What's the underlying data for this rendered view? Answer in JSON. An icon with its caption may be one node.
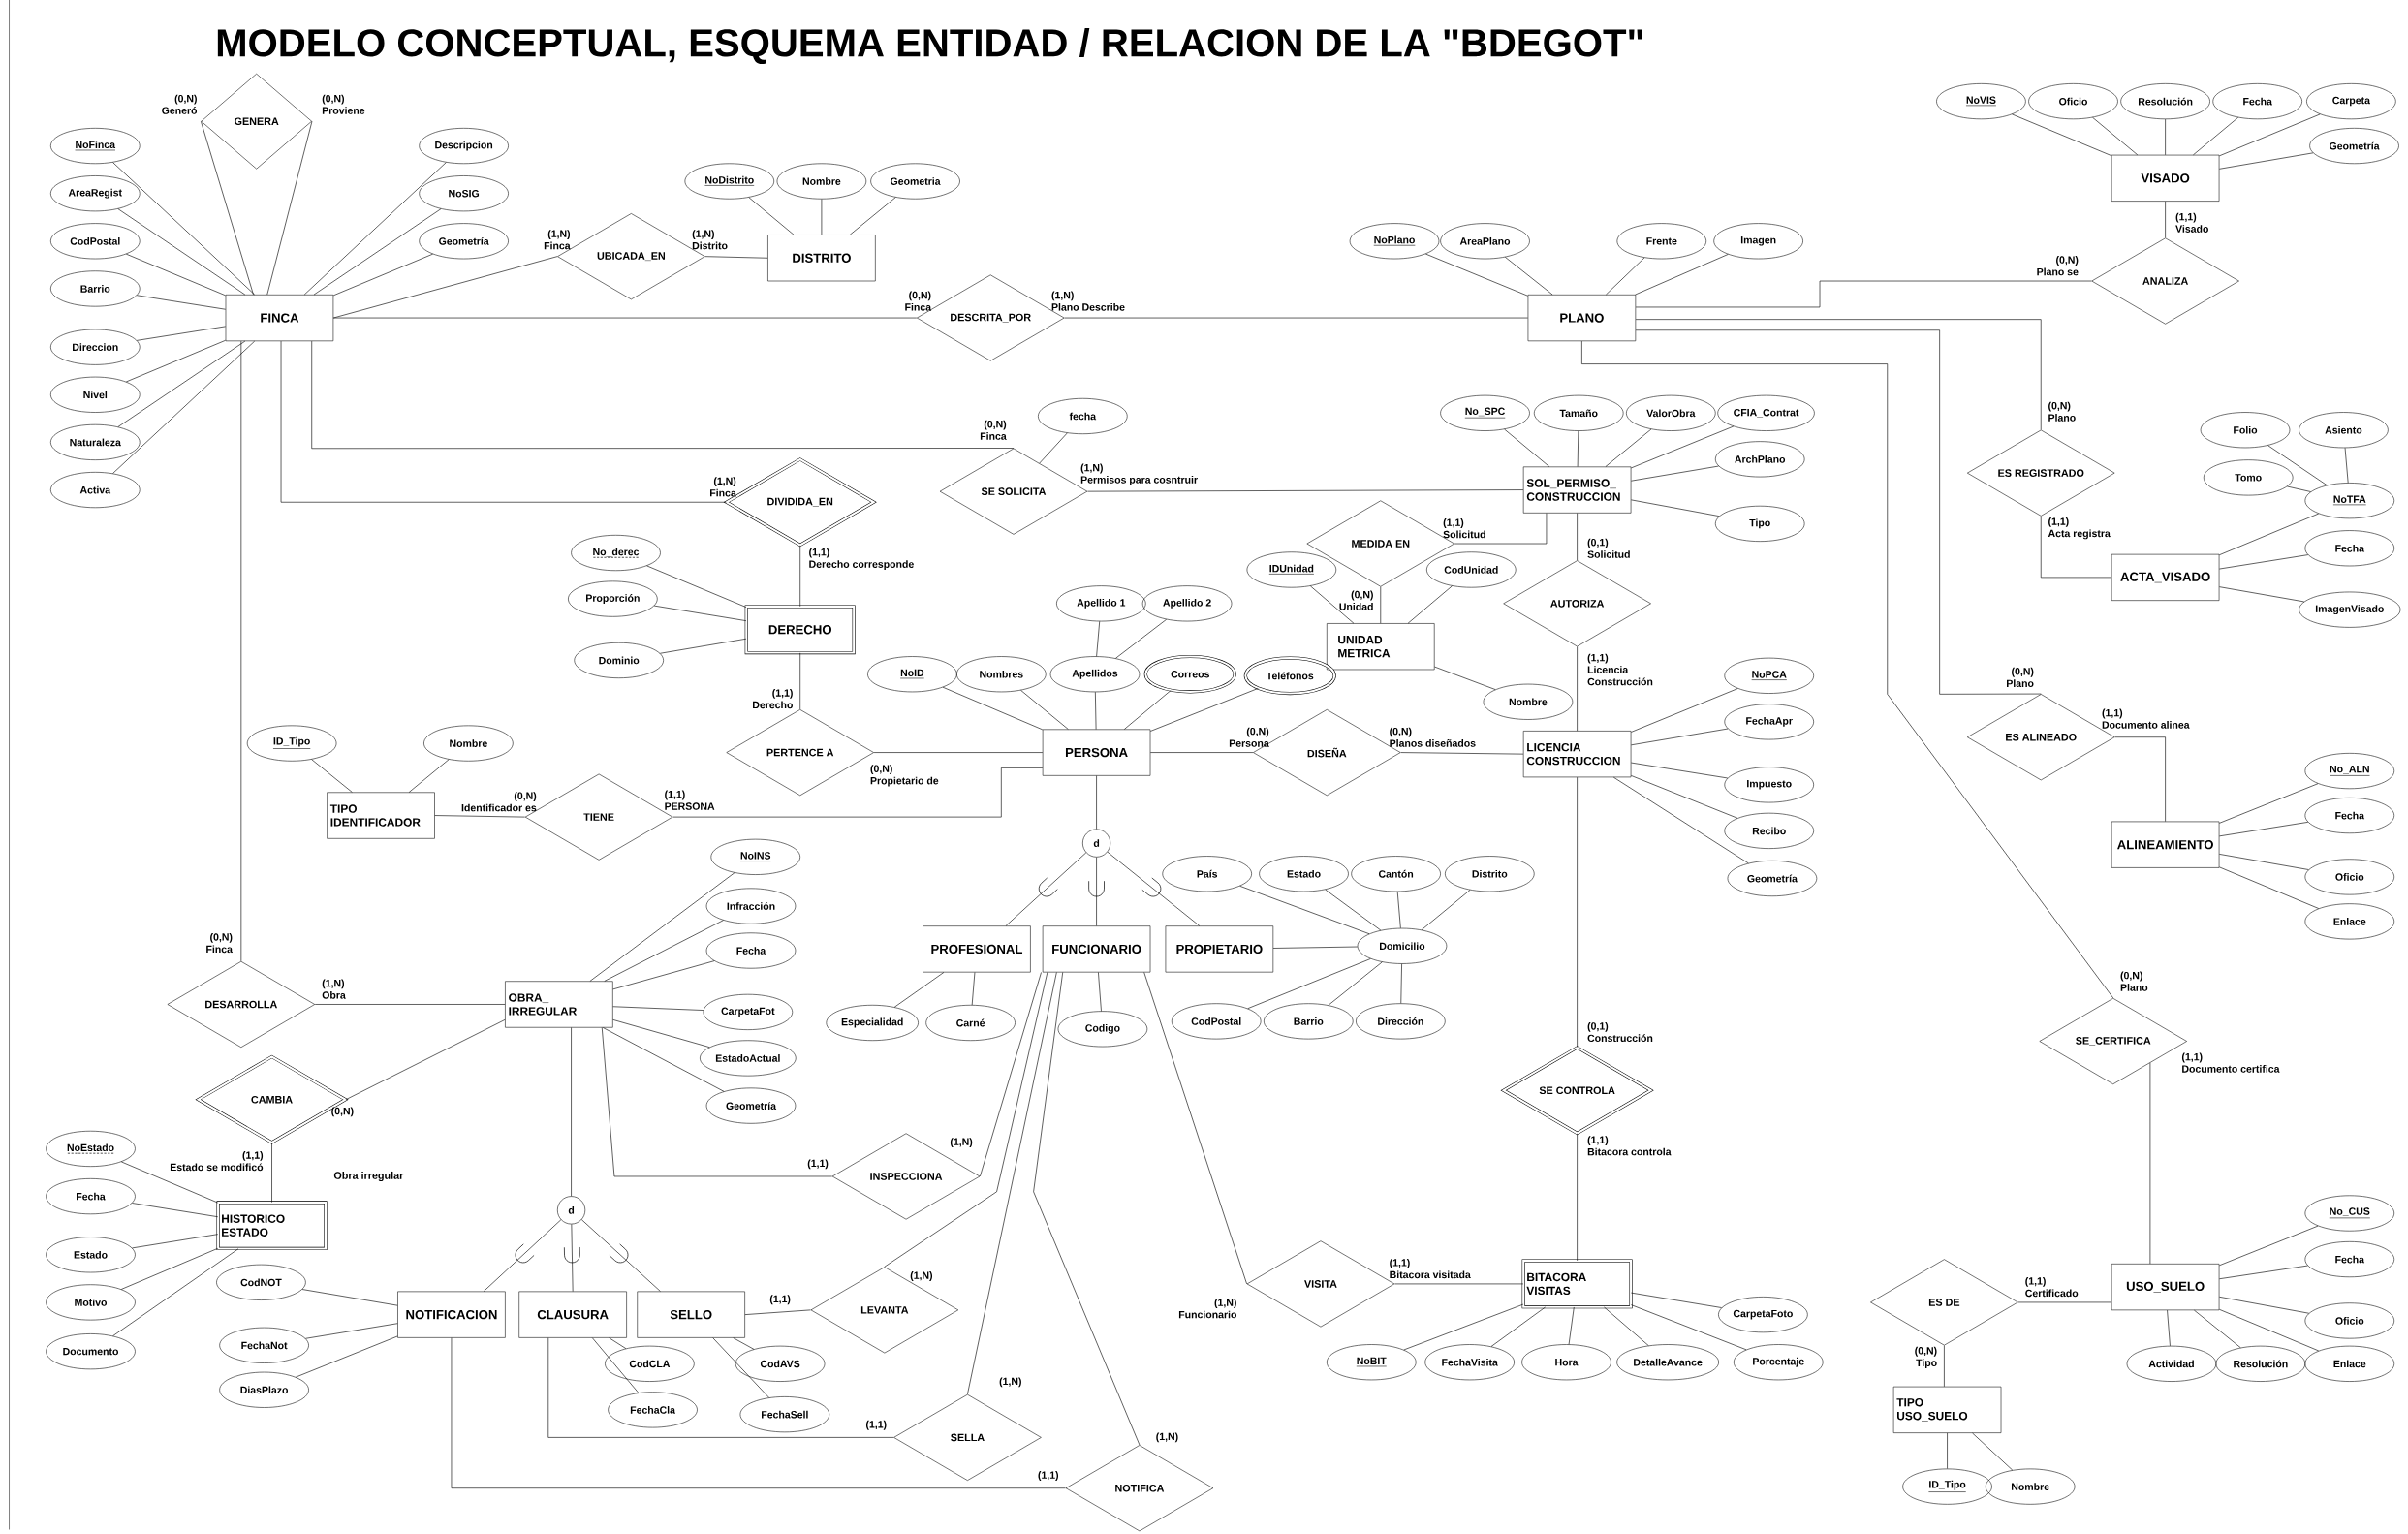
{
  "diagram": {
    "title": "MODELO CONCEPTUAL, ESQUEMA ENTIDAD / RELACION DE LA \"BDEGOT\"",
    "nodes": [
      {
        "text": [
          "FINCA"
        ]
      },
      {
        "text": [
          "GENERA"
        ]
      },
      {
        "text": [
          "NoFinca"
        ]
      },
      {
        "text": [
          "AreaRegist"
        ]
      },
      {
        "text": [
          "CodPostal"
        ]
      },
      {
        "text": [
          "Barrio"
        ]
      },
      {
        "text": [
          "Direccion"
        ]
      },
      {
        "text": [
          "Nivel"
        ]
      },
      {
        "text": [
          "Naturaleza"
        ]
      },
      {
        "text": [
          "Activa"
        ]
      },
      {
        "text": [
          "Descripcion"
        ]
      },
      {
        "text": [
          "NoSIG"
        ]
      },
      {
        "text": [
          "Geometría"
        ]
      },
      {
        "text": [
          "UBICADA_EN"
        ]
      },
      {
        "text": [
          "DISTRITO"
        ]
      },
      {
        "text": [
          "NoDistrito"
        ]
      },
      {
        "text": [
          "Nombre"
        ]
      },
      {
        "text": [
          "Geometria"
        ]
      },
      {
        "text": [
          "DESCRITA_POR"
        ]
      },
      {
        "text": [
          "PLANO"
        ]
      },
      {
        "text": [
          "NoPlano"
        ]
      },
      {
        "text": [
          "AreaPlano"
        ]
      },
      {
        "text": [
          "Frente"
        ]
      },
      {
        "text": [
          "Imagen"
        ]
      },
      {
        "text": [
          "VISADO"
        ]
      },
      {
        "text": [
          "NoVIS"
        ]
      },
      {
        "text": [
          "Oficio"
        ]
      },
      {
        "text": [
          "Resolución"
        ]
      },
      {
        "text": [
          "Fecha"
        ]
      },
      {
        "text": [
          "Carpeta"
        ]
      },
      {
        "text": [
          "Geometría"
        ]
      },
      {
        "text": [
          "ANALIZA"
        ]
      },
      {
        "text": [
          "SE SOLICITA"
        ]
      },
      {
        "text": [
          "fecha"
        ]
      },
      {
        "text": [
          "DIVIDIDA_EN"
        ]
      },
      {
        "text": [
          "SOL_PERMISO_ CONSTRUCCION"
        ]
      },
      {
        "text": [
          "No_SPC"
        ]
      },
      {
        "text": [
          "Tamaño"
        ]
      },
      {
        "text": [
          "ValorObra"
        ]
      },
      {
        "text": [
          "CFIA_Contrat"
        ]
      },
      {
        "text": [
          "ArchPlano"
        ]
      },
      {
        "text": [
          "Tipo"
        ]
      },
      {
        "text": [
          "MEDIDA EN"
        ]
      },
      {
        "text": [
          "AUTORIZA"
        ]
      },
      {
        "text": [
          "ES REGISTRADO"
        ]
      },
      {
        "text": [
          "ACTA_VISADO"
        ]
      },
      {
        "text": [
          "Folio"
        ]
      },
      {
        "text": [
          "Asiento"
        ]
      },
      {
        "text": [
          "Tomo"
        ]
      },
      {
        "text": [
          "NoTFA"
        ]
      },
      {
        "text": [
          "Fecha"
        ]
      },
      {
        "text": [
          "ImagenVisado"
        ]
      },
      {
        "text": [
          "No_derec"
        ]
      },
      {
        "text": [
          "Proporción"
        ]
      },
      {
        "text": [
          "Dominio"
        ]
      },
      {
        "text": [
          "DERECHO"
        ]
      },
      {
        "text": [
          "IDUnidad"
        ]
      },
      {
        "text": [
          "CodUnidad"
        ]
      },
      {
        "text": [
          "UNIDAD METRICA"
        ]
      },
      {
        "text": [
          "Nombre"
        ]
      },
      {
        "text": [
          "Apellido 1"
        ]
      },
      {
        "text": [
          "Apellido 2"
        ]
      },
      {
        "text": [
          "NoID"
        ]
      },
      {
        "text": [
          "Nombres"
        ]
      },
      {
        "text": [
          "Apellidos"
        ]
      },
      {
        "text": [
          "Correos"
        ]
      },
      {
        "text": [
          "Teléfonos"
        ]
      },
      {
        "text": [
          "PERSONA"
        ]
      },
      {
        "text": [
          "PERTENCE A"
        ]
      },
      {
        "text": [
          "DISEÑA"
        ]
      },
      {
        "text": [
          "LICENCIA CONSTRUCCION"
        ]
      },
      {
        "text": [
          "NoPCA"
        ]
      },
      {
        "text": [
          "FechaApr"
        ]
      },
      {
        "text": [
          "Impuesto"
        ]
      },
      {
        "text": [
          "Recibo"
        ]
      },
      {
        "text": [
          "Geometría"
        ]
      },
      {
        "text": [
          "ES ALINEADO"
        ]
      },
      {
        "text": [
          "ALINEAMIENTO"
        ]
      },
      {
        "text": [
          "No_ALN"
        ]
      },
      {
        "text": [
          "Fecha"
        ]
      },
      {
        "text": [
          "Oficio"
        ]
      },
      {
        "text": [
          "Enlace"
        ]
      },
      {
        "text": [
          "ID_Tipo"
        ]
      },
      {
        "text": [
          "Nombre"
        ]
      },
      {
        "text": [
          "TIPO IDENTIFICADOR"
        ]
      },
      {
        "text": [
          "TIENE"
        ]
      },
      {
        "text": [
          "d"
        ]
      },
      {
        "text": [
          "PROFESIONAL"
        ]
      },
      {
        "text": [
          "FUNCIONARIO"
        ]
      },
      {
        "text": [
          "PROPIETARIO"
        ]
      },
      {
        "text": [
          "Especialidad"
        ]
      },
      {
        "text": [
          "Carné"
        ]
      },
      {
        "text": [
          "Codigo"
        ]
      },
      {
        "text": [
          "País"
        ]
      },
      {
        "text": [
          "Estado"
        ]
      },
      {
        "text": [
          "Cantón"
        ]
      },
      {
        "text": [
          "Distrito"
        ]
      },
      {
        "text": [
          "Domicilio"
        ]
      },
      {
        "text": [
          "CodPostal"
        ]
      },
      {
        "text": [
          "Barrio"
        ]
      },
      {
        "text": [
          "Dirección"
        ]
      },
      {
        "text": [
          "NoINS"
        ]
      },
      {
        "text": [
          "Infracción"
        ]
      },
      {
        "text": [
          "Fecha"
        ]
      },
      {
        "text": [
          "CarpetaFot"
        ]
      },
      {
        "text": [
          "EstadoActual"
        ]
      },
      {
        "text": [
          "Geometría"
        ]
      },
      {
        "text": [
          "OBRA_ IRREGULAR"
        ]
      },
      {
        "text": [
          "DESARROLLA"
        ]
      },
      {
        "text": [
          "CAMBIA"
        ]
      },
      {
        "text": [
          "HISTORICO ESTADO"
        ]
      },
      {
        "text": [
          "NoEstado"
        ]
      },
      {
        "text": [
          "Fecha"
        ]
      },
      {
        "text": [
          "Estado"
        ]
      },
      {
        "text": [
          "Motivo"
        ]
      },
      {
        "text": [
          "Documento"
        ]
      },
      {
        "text": [
          "d"
        ]
      },
      {
        "text": [
          "NOTIFICACION"
        ]
      },
      {
        "text": [
          "CLAUSURA"
        ]
      },
      {
        "text": [
          "SELLO"
        ]
      },
      {
        "text": [
          "CodNOT"
        ]
      },
      {
        "text": [
          "FechaNot"
        ]
      },
      {
        "text": [
          "DiasPlazo"
        ]
      },
      {
        "text": [
          "CodCLA"
        ]
      },
      {
        "text": [
          "FechaCla"
        ]
      },
      {
        "text": [
          "CodAVS"
        ]
      },
      {
        "text": [
          "FechaSell"
        ]
      },
      {
        "text": [
          "INSPECCIONA"
        ]
      },
      {
        "text": [
          "LEVANTA"
        ]
      },
      {
        "text": [
          "SELLA"
        ]
      },
      {
        "text": [
          "NOTIFICA"
        ]
      },
      {
        "text": [
          "VISITA"
        ]
      },
      {
        "text": [
          "BITACORA VISITAS"
        ]
      },
      {
        "text": [
          "NoBIT"
        ]
      },
      {
        "text": [
          "FechaVisita"
        ]
      },
      {
        "text": [
          "Hora"
        ]
      },
      {
        "text": [
          "DetalleAvance"
        ]
      },
      {
        "text": [
          "Porcentaje"
        ]
      },
      {
        "text": [
          "CarpetaFoto"
        ]
      },
      {
        "text": [
          "SE CONTROLA"
        ]
      },
      {
        "text": [
          "SE_CERTIFICA"
        ]
      },
      {
        "text": [
          "USO_SUELO"
        ]
      },
      {
        "text": [
          "No_CUS"
        ]
      },
      {
        "text": [
          "Fecha"
        ]
      },
      {
        "text": [
          "Oficio"
        ]
      },
      {
        "text": [
          "Enlace"
        ]
      },
      {
        "text": [
          "Actividad"
        ]
      },
      {
        "text": [
          "Resolución"
        ]
      },
      {
        "text": [
          "ES DE"
        ]
      },
      {
        "text": [
          "TIPO USO_SUELO"
        ]
      },
      {
        "text": [
          "ID_Tipo"
        ]
      },
      {
        "text": [
          "Nombre"
        ]
      }
    ],
    "edges": [
      {
        "from": 1,
        "to": 0,
        "arrow": "none",
        "label": "(0,N) Generó"
      },
      {
        "from": 1,
        "to": 0,
        "arrow": "none",
        "label": "(0,N) Proviene"
      },
      {
        "from": 0,
        "to": 13,
        "arrow": "none",
        "label": "(1,N) Finca"
      },
      {
        "from": 13,
        "to": 14,
        "arrow": "none",
        "label": "(1,N) Distrito"
      },
      {
        "from": 0,
        "to": 18,
        "arrow": "none",
        "label": "(0,N) Finca"
      },
      {
        "from": 18,
        "to": 19,
        "arrow": "none",
        "label": "(1,N) Plano Describe"
      },
      {
        "from": 19,
        "to": 31,
        "arrow": "none",
        "label": "(0,N) Plano se"
      },
      {
        "from": 31,
        "to": 24,
        "arrow": "none",
        "label": "(1,1) Visado"
      },
      {
        "from": 0,
        "to": 32,
        "arrow": "none",
        "label": "(0,N) Finca"
      },
      {
        "from": 32,
        "to": 35,
        "arrow": "none",
        "label": "(1,N) Permisos para cosntruir"
      },
      {
        "from": 0,
        "to": 34,
        "arrow": "none",
        "label": "(1,N) Finca"
      },
      {
        "from": 34,
        "to": 55,
        "arrow": "none",
        "label": "(1,1) Derecho corresponde"
      },
      {
        "from": 35,
        "to": 42,
        "arrow": "none",
        "label": "(1,1) Solicitud"
      },
      {
        "from": 42,
        "to": 58,
        "arrow": "none",
        "label": "(0,N) Unidad"
      },
      {
        "from": 35,
        "to": 43,
        "arrow": "none",
        "label": "(0,1) Solicitud"
      },
      {
        "from": 43,
        "to": 70,
        "arrow": "none",
        "label": "(1,1) Licencia Construcción"
      },
      {
        "from": 19,
        "to": 44,
        "arrow": "none",
        "label": "(0,N) Plano"
      },
      {
        "from": 44,
        "to": 45,
        "arrow": "none",
        "label": "(1,1) Acta registra"
      },
      {
        "from": 55,
        "to": 68,
        "arrow": "none",
        "label": "(1,1) Derecho"
      },
      {
        "from": 68,
        "to": 67,
        "arrow": "none",
        "label": "(0,N) Propietario de"
      },
      {
        "from": 67,
        "to": 69,
        "arrow": "none",
        "label": "(0,N) Persona"
      },
      {
        "from": 69,
        "to": 70,
        "arrow": "none",
        "label": "(0,N) Planos diseñados"
      },
      {
        "from": 19,
        "to": 76,
        "arrow": "none",
        "label": "(0,N) Plano"
      },
      {
        "from": 76,
        "to": 77,
        "arrow": "none",
        "label": "(1,1) Documento alinea"
      },
      {
        "from": 19,
        "to": 140,
        "arrow": "none",
        "label": "(0,N) Plano"
      },
      {
        "from": 140,
        "to": 141,
        "arrow": "none",
        "label": "(1,1) Documento certifica"
      },
      {
        "from": 70,
        "to": 139,
        "arrow": "none",
        "label": "(0,1) Construcción"
      },
      {
        "from": 139,
        "to": 132,
        "arrow": "none",
        "label": "(1,1) Bitacora controla"
      },
      {
        "from": 88,
        "to": 131,
        "arrow": "none",
        "label": "(1,N) Funcionario"
      },
      {
        "from": 131,
        "to": 132,
        "arrow": "none",
        "label": "(1,1) Bitacora visitada"
      },
      {
        "from": 84,
        "to": 85,
        "arrow": "none",
        "label": "(0,N) Identificador es"
      },
      {
        "from": 85,
        "to": 67,
        "arrow": "none",
        "label": "(1,1) PERSONA"
      },
      {
        "from": 0,
        "to": 108,
        "arrow": "none",
        "label": "(0,N) Finca"
      },
      {
        "from": 108,
        "to": 107,
        "arrow": "none",
        "label": "(1,N) Obra"
      },
      {
        "from": 107,
        "to": 109,
        "arrow": "none",
        "label": "(0,N)"
      },
      {
        "from": 109,
        "to": 110,
        "arrow": "none",
        "label": "(1,1) Estado se modificó"
      },
      {
        "from": 107,
        "to": 116,
        "arrow": "none"
      },
      {
        "from": 116,
        "to": 117,
        "arrow": "none"
      },
      {
        "from": 116,
        "to": 118,
        "arrow": "none"
      },
      {
        "from": 116,
        "to": 119,
        "arrow": "none"
      },
      {
        "from": 67,
        "to": 86,
        "arrow": "none"
      },
      {
        "from": 86,
        "to": 87,
        "arrow": "none"
      },
      {
        "from": 86,
        "to": 88,
        "arrow": "none"
      },
      {
        "from": 86,
        "to": 89,
        "arrow": "none"
      },
      {
        "from": 107,
        "to": 127,
        "arrow": "none",
        "label": "(1,1)"
      },
      {
        "from": 127,
        "to": 88,
        "arrow": "none",
        "label": "(1,N)"
      },
      {
        "from": 119,
        "to": 128,
        "arrow": "none",
        "label": "(1,1)"
      },
      {
        "from": 128,
        "to": 88,
        "arrow": "none",
        "label": "(1,N)"
      },
      {
        "from": 118,
        "to": 129,
        "arrow": "none",
        "label": "(1,1)"
      },
      {
        "from": 129,
        "to": 88,
        "arrow": "none",
        "label": "(1,N)"
      },
      {
        "from": 117,
        "to": 130,
        "arrow": "none",
        "label": "(1,1)"
      },
      {
        "from": 130,
        "to": 88,
        "arrow": "none",
        "label": "(1,N)"
      },
      {
        "from": 148,
        "to": 141,
        "arrow": "none",
        "label": "(1,1) Certificado"
      },
      {
        "from": 148,
        "to": 149,
        "arrow": "none",
        "label": "(0,N) Tipo"
      },
      {
        "from": 2,
        "to": 0,
        "arrow": "none"
      },
      {
        "from": 3,
        "to": 0,
        "arrow": "none"
      },
      {
        "from": 4,
        "to": 0,
        "arrow": "none"
      },
      {
        "from": 5,
        "to": 0,
        "arrow": "none"
      },
      {
        "from": 6,
        "to": 0,
        "arrow": "none"
      },
      {
        "from": 7,
        "to": 0,
        "arrow": "none"
      },
      {
        "from": 8,
        "to": 0,
        "arrow": "none"
      },
      {
        "from": 9,
        "to": 0,
        "arrow": "none"
      },
      {
        "from": 10,
        "to": 0,
        "arrow": "none"
      },
      {
        "from": 11,
        "to": 0,
        "arrow": "none"
      },
      {
        "from": 12,
        "to": 0,
        "arrow": "none"
      },
      {
        "from": 15,
        "to": 14,
        "arrow": "none"
      },
      {
        "from": 16,
        "to": 14,
        "arrow": "none"
      },
      {
        "from": 17,
        "to": 14,
        "arrow": "none"
      },
      {
        "from": 20,
        "to": 19,
        "arrow": "none"
      },
      {
        "from": 21,
        "to": 19,
        "arrow": "none"
      },
      {
        "from": 22,
        "to": 19,
        "arrow": "none"
      },
      {
        "from": 23,
        "to": 19,
        "arrow": "none"
      },
      {
        "from": 25,
        "to": 24,
        "arrow": "none"
      },
      {
        "from": 26,
        "to": 24,
        "arrow": "none"
      },
      {
        "from": 27,
        "to": 24,
        "arrow": "none"
      },
      {
        "from": 28,
        "to": 24,
        "arrow": "none"
      },
      {
        "from": 29,
        "to": 24,
        "arrow": "none"
      },
      {
        "from": 30,
        "to": 24,
        "arrow": "none"
      },
      {
        "from": 33,
        "to": 32,
        "arrow": "none"
      },
      {
        "from": 36,
        "to": 35,
        "arrow": "none"
      },
      {
        "from": 37,
        "to": 35,
        "arrow": "none"
      },
      {
        "from": 38,
        "to": 35,
        "arrow": "none"
      },
      {
        "from": 39,
        "to": 35,
        "arrow": "none"
      },
      {
        "from": 40,
        "to": 35,
        "arrow": "none"
      },
      {
        "from": 41,
        "to": 35,
        "arrow": "none"
      },
      {
        "from": 46,
        "to": 49,
        "arrow": "none"
      },
      {
        "from": 47,
        "to": 49,
        "arrow": "none"
      },
      {
        "from": 48,
        "to": 49,
        "arrow": "none"
      },
      {
        "from": 49,
        "to": 45,
        "arrow": "none"
      },
      {
        "from": 50,
        "to": 45,
        "arrow": "none"
      },
      {
        "from": 51,
        "to": 45,
        "arrow": "none"
      },
      {
        "from": 52,
        "to": 55,
        "arrow": "none"
      },
      {
        "from": 53,
        "to": 55,
        "arrow": "none"
      },
      {
        "from": 54,
        "to": 55,
        "arrow": "none"
      },
      {
        "from": 56,
        "to": 58,
        "arrow": "none"
      },
      {
        "from": 57,
        "to": 58,
        "arrow": "none"
      },
      {
        "from": 59,
        "to": 58,
        "arrow": "none"
      },
      {
        "from": 60,
        "to": 64,
        "arrow": "none"
      },
      {
        "from": 61,
        "to": 64,
        "arrow": "none"
      },
      {
        "from": 62,
        "to": 67,
        "arrow": "none"
      },
      {
        "from": 63,
        "to": 67,
        "arrow": "none"
      },
      {
        "from": 64,
        "to": 67,
        "arrow": "none"
      },
      {
        "from": 65,
        "to": 67,
        "arrow": "none"
      },
      {
        "from": 66,
        "to": 67,
        "arrow": "none"
      },
      {
        "from": 71,
        "to": 70,
        "arrow": "none"
      },
      {
        "from": 72,
        "to": 70,
        "arrow": "none"
      },
      {
        "from": 73,
        "to": 70,
        "arrow": "none"
      },
      {
        "from": 74,
        "to": 70,
        "arrow": "none"
      },
      {
        "from": 75,
        "to": 70,
        "arrow": "none"
      },
      {
        "from": 78,
        "to": 77,
        "arrow": "none"
      },
      {
        "from": 79,
        "to": 77,
        "arrow": "none"
      },
      {
        "from": 80,
        "to": 77,
        "arrow": "none"
      },
      {
        "from": 81,
        "to": 77,
        "arrow": "none"
      },
      {
        "from": 82,
        "to": 84,
        "arrow": "none"
      },
      {
        "from": 83,
        "to": 84,
        "arrow": "none"
      },
      {
        "from": 90,
        "to": 87,
        "arrow": "none"
      },
      {
        "from": 91,
        "to": 87,
        "arrow": "none"
      },
      {
        "from": 92,
        "to": 88,
        "arrow": "none"
      },
      {
        "from": 93,
        "to": 97,
        "arrow": "none"
      },
      {
        "from": 94,
        "to": 97,
        "arrow": "none"
      },
      {
        "from": 95,
        "to": 97,
        "arrow": "none"
      },
      {
        "from": 96,
        "to": 97,
        "arrow": "none"
      },
      {
        "from": 97,
        "to": 89,
        "arrow": "none"
      },
      {
        "from": 98,
        "to": 97,
        "arrow": "none"
      },
      {
        "from": 99,
        "to": 97,
        "arrow": "none"
      },
      {
        "from": 100,
        "to": 97,
        "arrow": "none"
      },
      {
        "from": 101,
        "to": 107,
        "arrow": "none"
      },
      {
        "from": 102,
        "to": 107,
        "arrow": "none"
      },
      {
        "from": 103,
        "to": 107,
        "arrow": "none"
      },
      {
        "from": 104,
        "to": 107,
        "arrow": "none"
      },
      {
        "from": 105,
        "to": 107,
        "arrow": "none"
      },
      {
        "from": 106,
        "to": 107,
        "arrow": "none"
      },
      {
        "from": 111,
        "to": 110,
        "arrow": "none"
      },
      {
        "from": 112,
        "to": 110,
        "arrow": "none"
      },
      {
        "from": 113,
        "to": 110,
        "arrow": "none"
      },
      {
        "from": 114,
        "to": 110,
        "arrow": "none"
      },
      {
        "from": 115,
        "to": 110,
        "arrow": "none"
      },
      {
        "from": 120,
        "to": 117,
        "arrow": "none"
      },
      {
        "from": 121,
        "to": 117,
        "arrow": "none"
      },
      {
        "from": 122,
        "to": 117,
        "arrow": "none"
      },
      {
        "from": 123,
        "to": 118,
        "arrow": "none"
      },
      {
        "from": 124,
        "to": 118,
        "arrow": "none"
      },
      {
        "from": 125,
        "to": 119,
        "arrow": "none"
      },
      {
        "from": 126,
        "to": 119,
        "arrow": "none"
      },
      {
        "from": 133,
        "to": 132,
        "arrow": "none"
      },
      {
        "from": 134,
        "to": 132,
        "arrow": "none"
      },
      {
        "from": 135,
        "to": 132,
        "arrow": "none"
      },
      {
        "from": 136,
        "to": 132,
        "arrow": "none"
      },
      {
        "from": 137,
        "to": 132,
        "arrow": "none"
      },
      {
        "from": 138,
        "to": 132,
        "arrow": "none"
      },
      {
        "from": 142,
        "to": 141,
        "arrow": "none"
      },
      {
        "from": 143,
        "to": 141,
        "arrow": "none"
      },
      {
        "from": 144,
        "to": 141,
        "arrow": "none"
      },
      {
        "from": 145,
        "to": 141,
        "arrow": "none"
      },
      {
        "from": 146,
        "to": 141,
        "arrow": "none"
      },
      {
        "from": 147,
        "to": 141,
        "arrow": "none"
      },
      {
        "from": 150,
        "to": 149,
        "arrow": "none"
      },
      {
        "from": 151,
        "to": 149,
        "arrow": "none"
      }
    ],
    "labels": [
      "Obra irregular"
    ]
  }
}
